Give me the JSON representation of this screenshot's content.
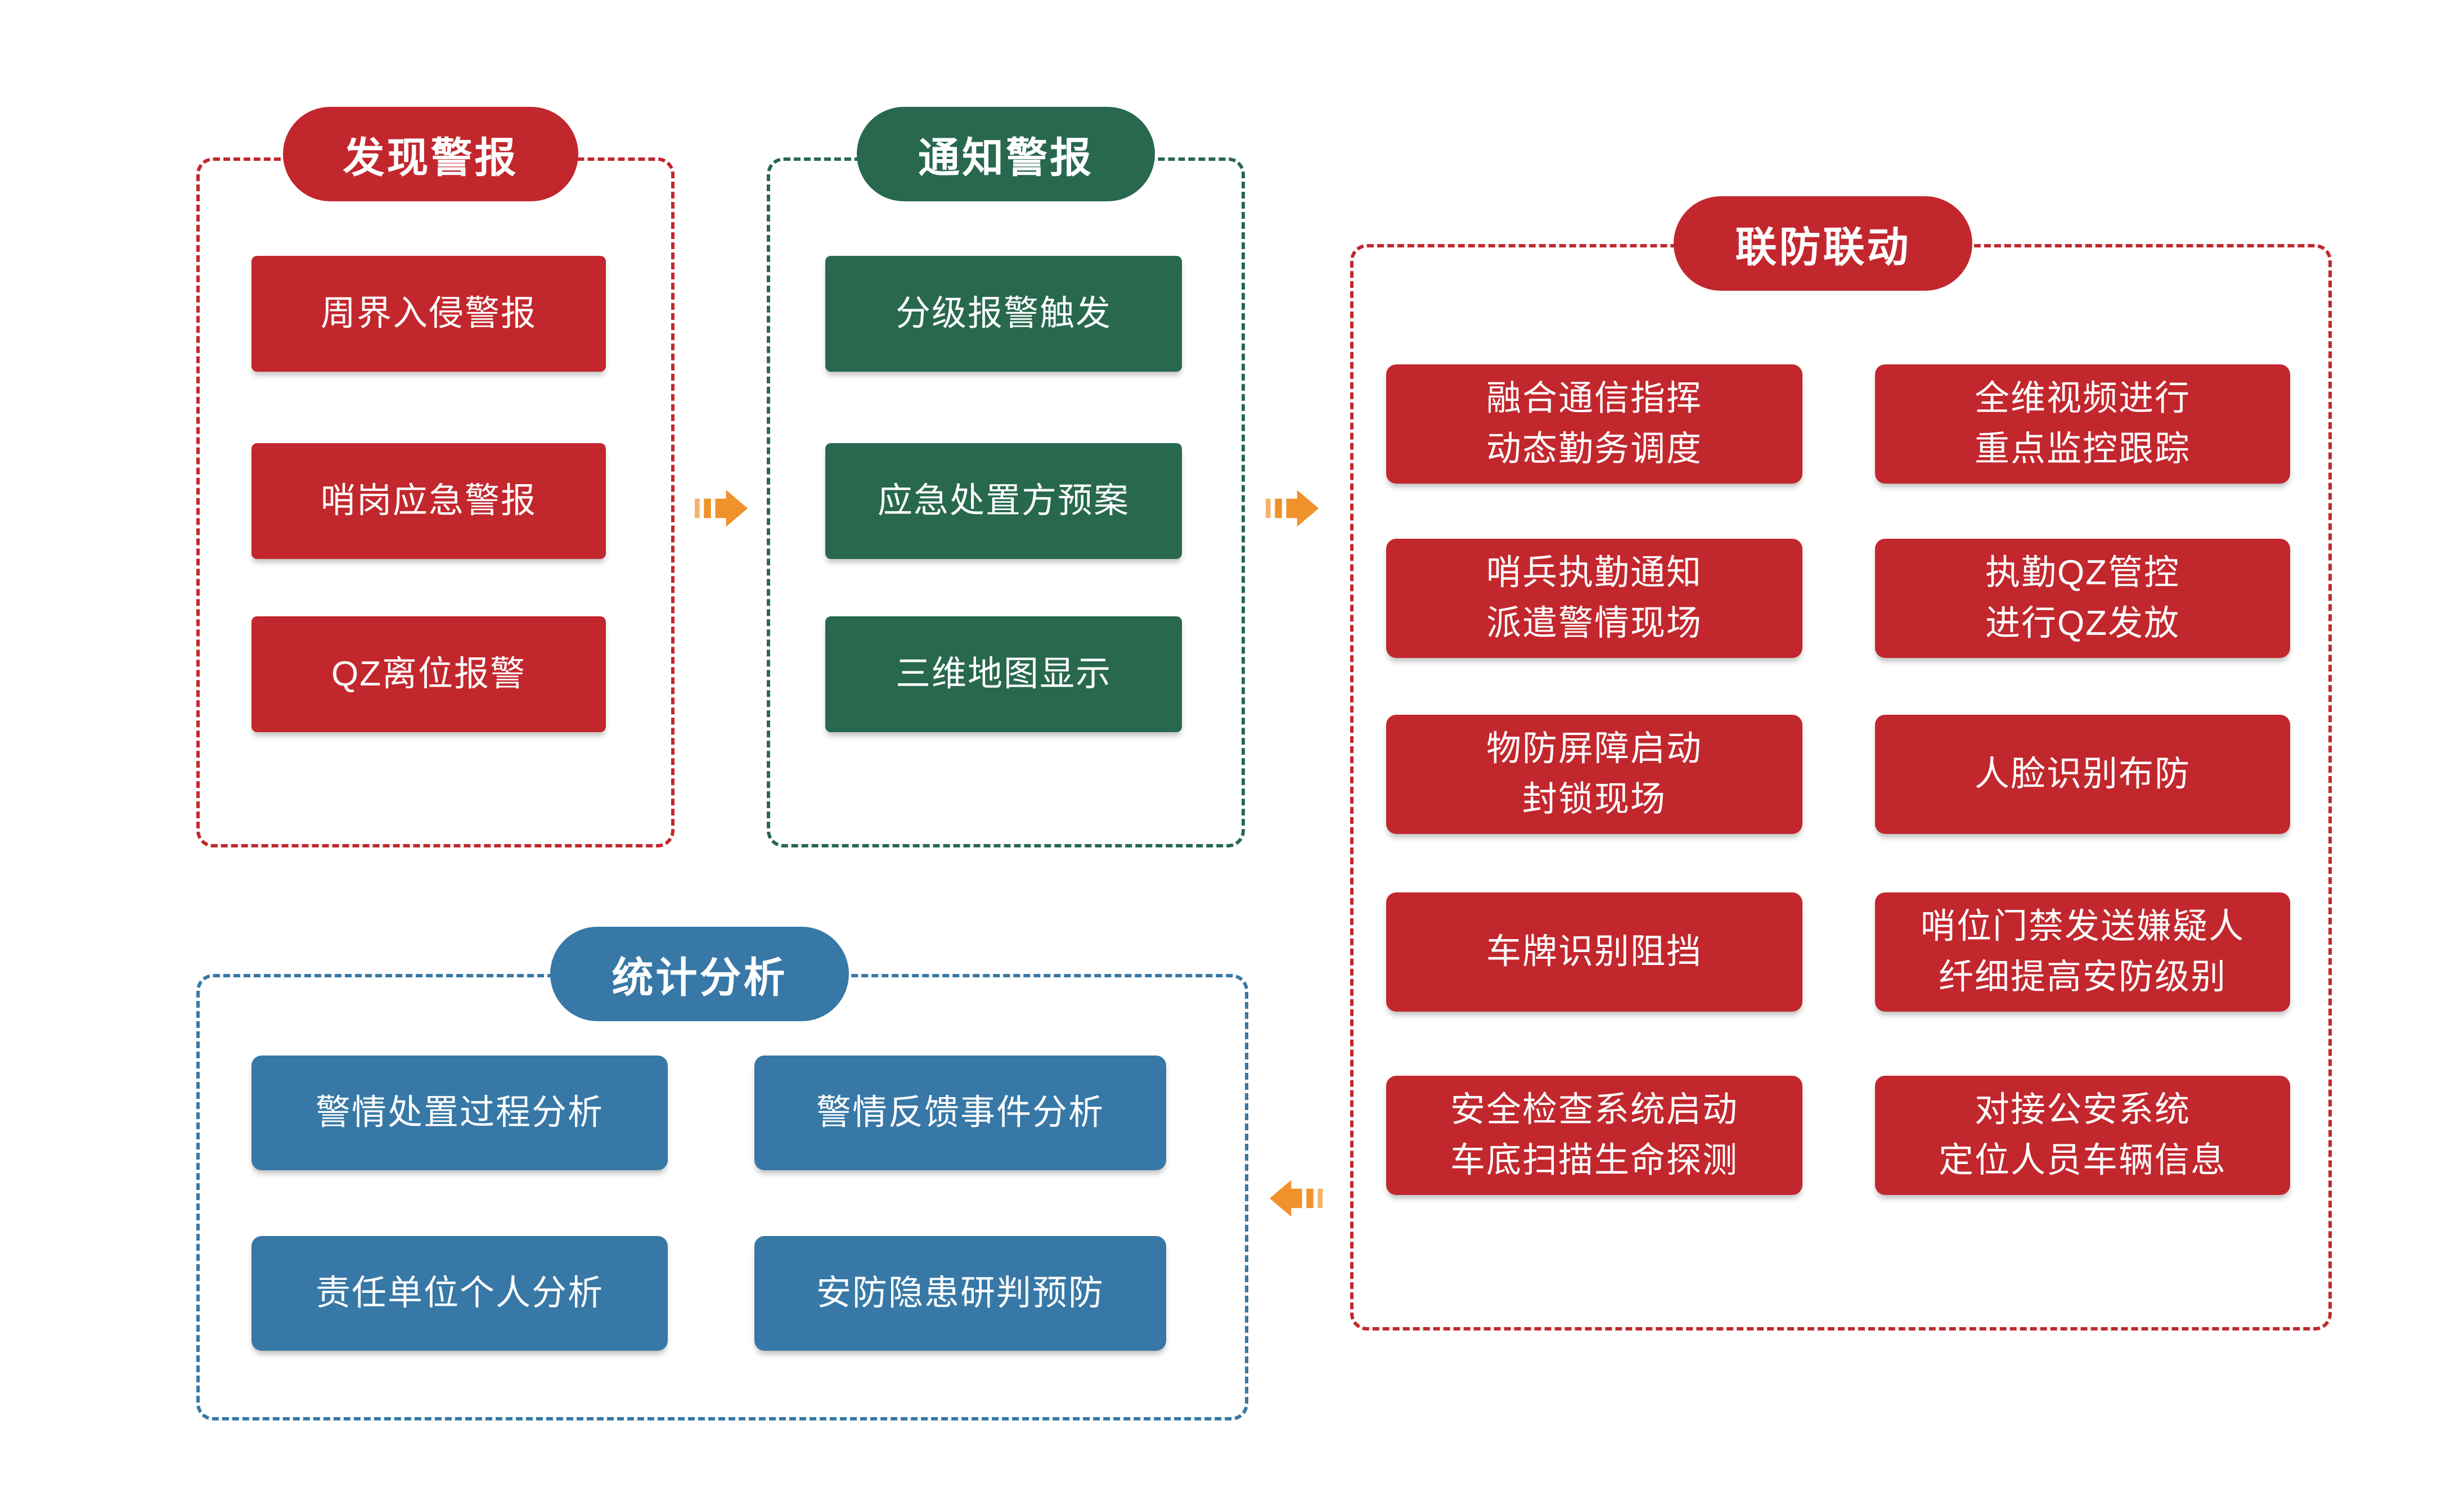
{
  "colors": {
    "red": "#C2272D",
    "green": "#28684E",
    "blue": "#3778A6",
    "orange": "#F0922B",
    "orangeLight": "#F6B26B"
  },
  "groups": [
    {
      "title": "发现警报",
      "items": [
        "周界入侵警报",
        "哨岗应急警报",
        "QZ离位报警"
      ]
    },
    {
      "title": "通知警报",
      "items": [
        "分级报警触发",
        "应急处置方预案",
        "三维地图显示"
      ]
    },
    {
      "title": "联防联动",
      "rows": [
        {
          "left": {
            "lines": [
              "融合通信指挥",
              "动态勤务调度"
            ]
          },
          "right": {
            "lines": [
              "全维视频进行",
              "重点监控跟踪"
            ]
          }
        },
        {
          "left": {
            "lines": [
              "哨兵执勤通知",
              "派遣警情现场"
            ]
          },
          "right": {
            "lines": [
              "执勤QZ管控",
              "进行QZ发放"
            ]
          }
        },
        {
          "left": {
            "lines": [
              "物防屏障启动",
              "封锁现场"
            ]
          },
          "right": {
            "lines": [
              "人脸识别布防"
            ]
          }
        },
        {
          "left": {
            "lines": [
              "车牌识别阻挡"
            ]
          },
          "right": {
            "lines": [
              "哨位门禁发送嫌疑人",
              "纤细提高安防级别"
            ]
          }
        },
        {
          "left": {
            "lines": [
              "安全检查系统启动",
              "车底扫描生命探测"
            ]
          },
          "right": {
            "lines": [
              "对接公安系统",
              "定位人员车辆信息"
            ]
          }
        }
      ]
    },
    {
      "title": "统计分析",
      "items": [
        "警情处置过程分析",
        "警情反馈事件分析",
        "责任单位个人分析",
        "安防隐患研判预防"
      ]
    }
  ],
  "arrows": [
    {
      "name": "discover-to-notify",
      "direction": "right"
    },
    {
      "name": "notify-to-linkage",
      "direction": "right"
    },
    {
      "name": "linkage-to-stats",
      "direction": "left"
    }
  ]
}
